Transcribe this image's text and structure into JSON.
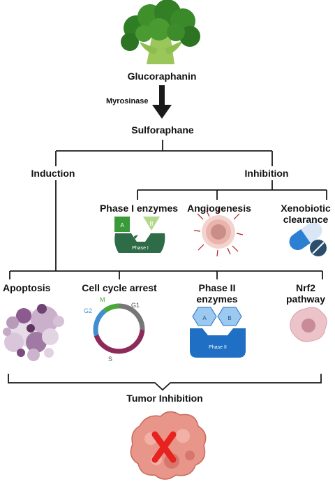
{
  "source_compound": "Glucoraphanin",
  "enzyme": "Myrosinase",
  "product": "Sulforaphane",
  "branches": {
    "induction": "Induction",
    "inhibition": "Inhibition"
  },
  "inhibition_targets": [
    {
      "label": "Phase I enzymes",
      "icon": "phase-i-enzyme-icon",
      "enzyme_a": "A",
      "enzyme_b": "B",
      "enzyme_label": "Phase I"
    },
    {
      "label": "Angiogenesis",
      "icon": "angiogenesis-icon"
    },
    {
      "label_line1": "Xenobiotic",
      "label_line2": "clearance",
      "icon": "pill-icon"
    }
  ],
  "induction_targets": [
    {
      "label": "Apoptosis",
      "icon": "apoptotic-cells-icon"
    },
    {
      "label": "Cell cycle arrest",
      "icon": "cell-cycle-icon",
      "phases": {
        "g1": "G1",
        "s": "S",
        "g2": "G2",
        "m": "M"
      }
    },
    {
      "label_line1": "Phase II",
      "label_line2": "enzymes",
      "icon": "phase-ii-enzyme-icon",
      "enzyme_a": "A",
      "enzyme_b": "B",
      "enzyme_label": "Phase II"
    },
    {
      "label_line1": "Nrf2",
      "label_line2": "pathway",
      "icon": "cell-icon"
    }
  ],
  "outcome": "Tumor Inhibition",
  "colors": {
    "line": "#1a1a1a",
    "broccoli": "#3f8f2a",
    "phase_i_green": "#2e6b47",
    "phase_ii_blue": "#1f6fc4",
    "enzyme_light_blue": "#9cc9f0",
    "tumor_pink": "#e8958a",
    "x_red": "#e8221f",
    "apoptosis_purple": "#8c5a8f",
    "cell_cycle_g1": "#777777",
    "cell_cycle_s": "#8e2a5a",
    "cell_cycle_g2": "#3f8fd0",
    "cell_cycle_m": "#4aa83a"
  }
}
